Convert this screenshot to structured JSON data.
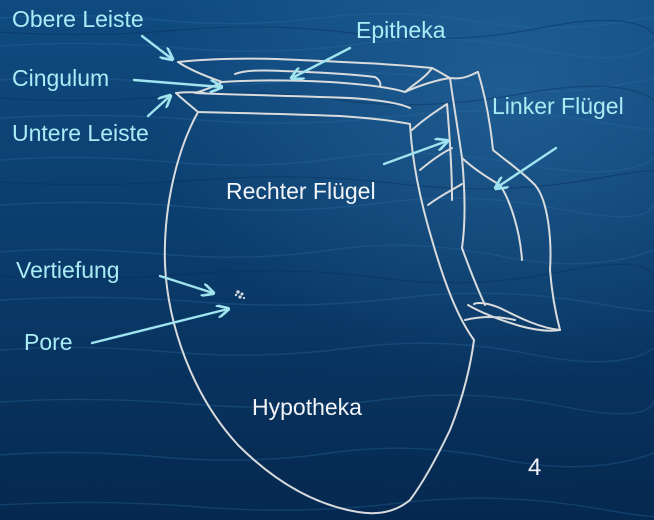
{
  "colors": {
    "water_dark": "#062a52",
    "water_mid": "#0d4475",
    "water_light": "#1b5c92",
    "outline": "#d9dbdd",
    "label_cyan": "#a9ecf5",
    "arrow_cyan": "#9fe4ef",
    "label_white": "#f2f4f6"
  },
  "labels": {
    "obere_leiste": "Obere Leiste",
    "cingulum": "Cingulum",
    "untere_leiste": "Untere Leiste",
    "epitheka": "Epitheka",
    "linker_fluegel": "Linker Flügel",
    "rechter_fluegel": "Rechter Flügel",
    "vertiefung": "Vertiefung",
    "pore": "Pore",
    "hypotheka": "Hypotheka"
  },
  "slide_number": "4"
}
